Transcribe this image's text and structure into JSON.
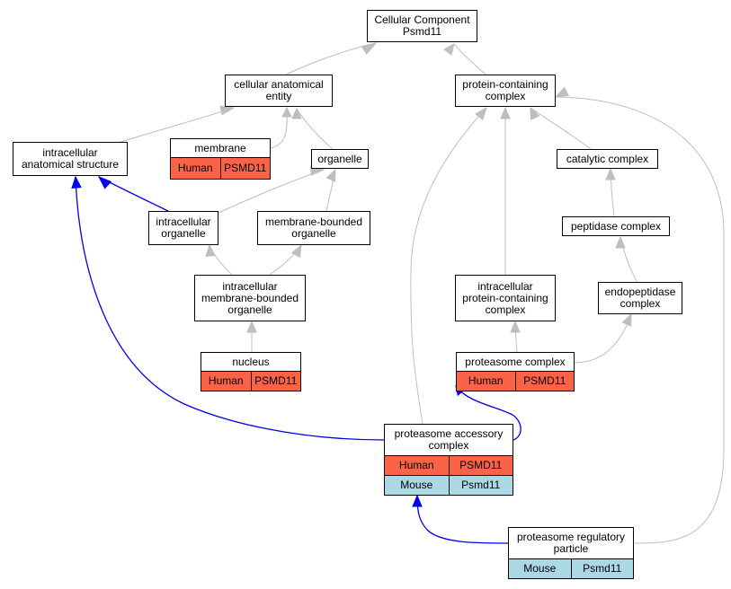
{
  "colors": {
    "human": "#fa6347",
    "mouse": "#acd8e5",
    "edge_grey": "#bebebe",
    "edge_blue": "#0000ee"
  },
  "nodes": {
    "cc": {
      "label": "Cellular Component\nPsmd11"
    },
    "cae": {
      "label": "cellular anatomical\nentity"
    },
    "pcc": {
      "label": "protein-containing\ncomplex"
    },
    "ias": {
      "label": "intracellular\nanatomical structure"
    },
    "mem": {
      "label": "membrane",
      "rows": [
        [
          "Human",
          "PSMD11"
        ]
      ]
    },
    "org": {
      "label": "organelle"
    },
    "cat": {
      "label": "catalytic complex"
    },
    "io": {
      "label": "intracellular\norganelle"
    },
    "mbo": {
      "label": "membrane-bounded\norganelle"
    },
    "pep": {
      "label": "peptidase complex"
    },
    "imbo": {
      "label": "intracellular\nmembrane-bounded\norganelle"
    },
    "ipcc": {
      "label": "intracellular\nprotein-containing\ncomplex"
    },
    "endo": {
      "label": "endopeptidase\ncomplex"
    },
    "nuc": {
      "label": "nucleus",
      "rows": [
        [
          "Human",
          "PSMD11"
        ]
      ]
    },
    "prot": {
      "label": "proteasome complex",
      "rows": [
        [
          "Human",
          "PSMD11"
        ]
      ]
    },
    "pac": {
      "label": "proteasome accessory\ncomplex",
      "rows": [
        [
          "Human",
          "PSMD11"
        ],
        [
          "Mouse",
          "Psmd11"
        ]
      ]
    },
    "prp": {
      "label": "proteasome regulatory\nparticle",
      "rows": [
        [
          "Mouse",
          "Psmd11"
        ]
      ]
    }
  }
}
